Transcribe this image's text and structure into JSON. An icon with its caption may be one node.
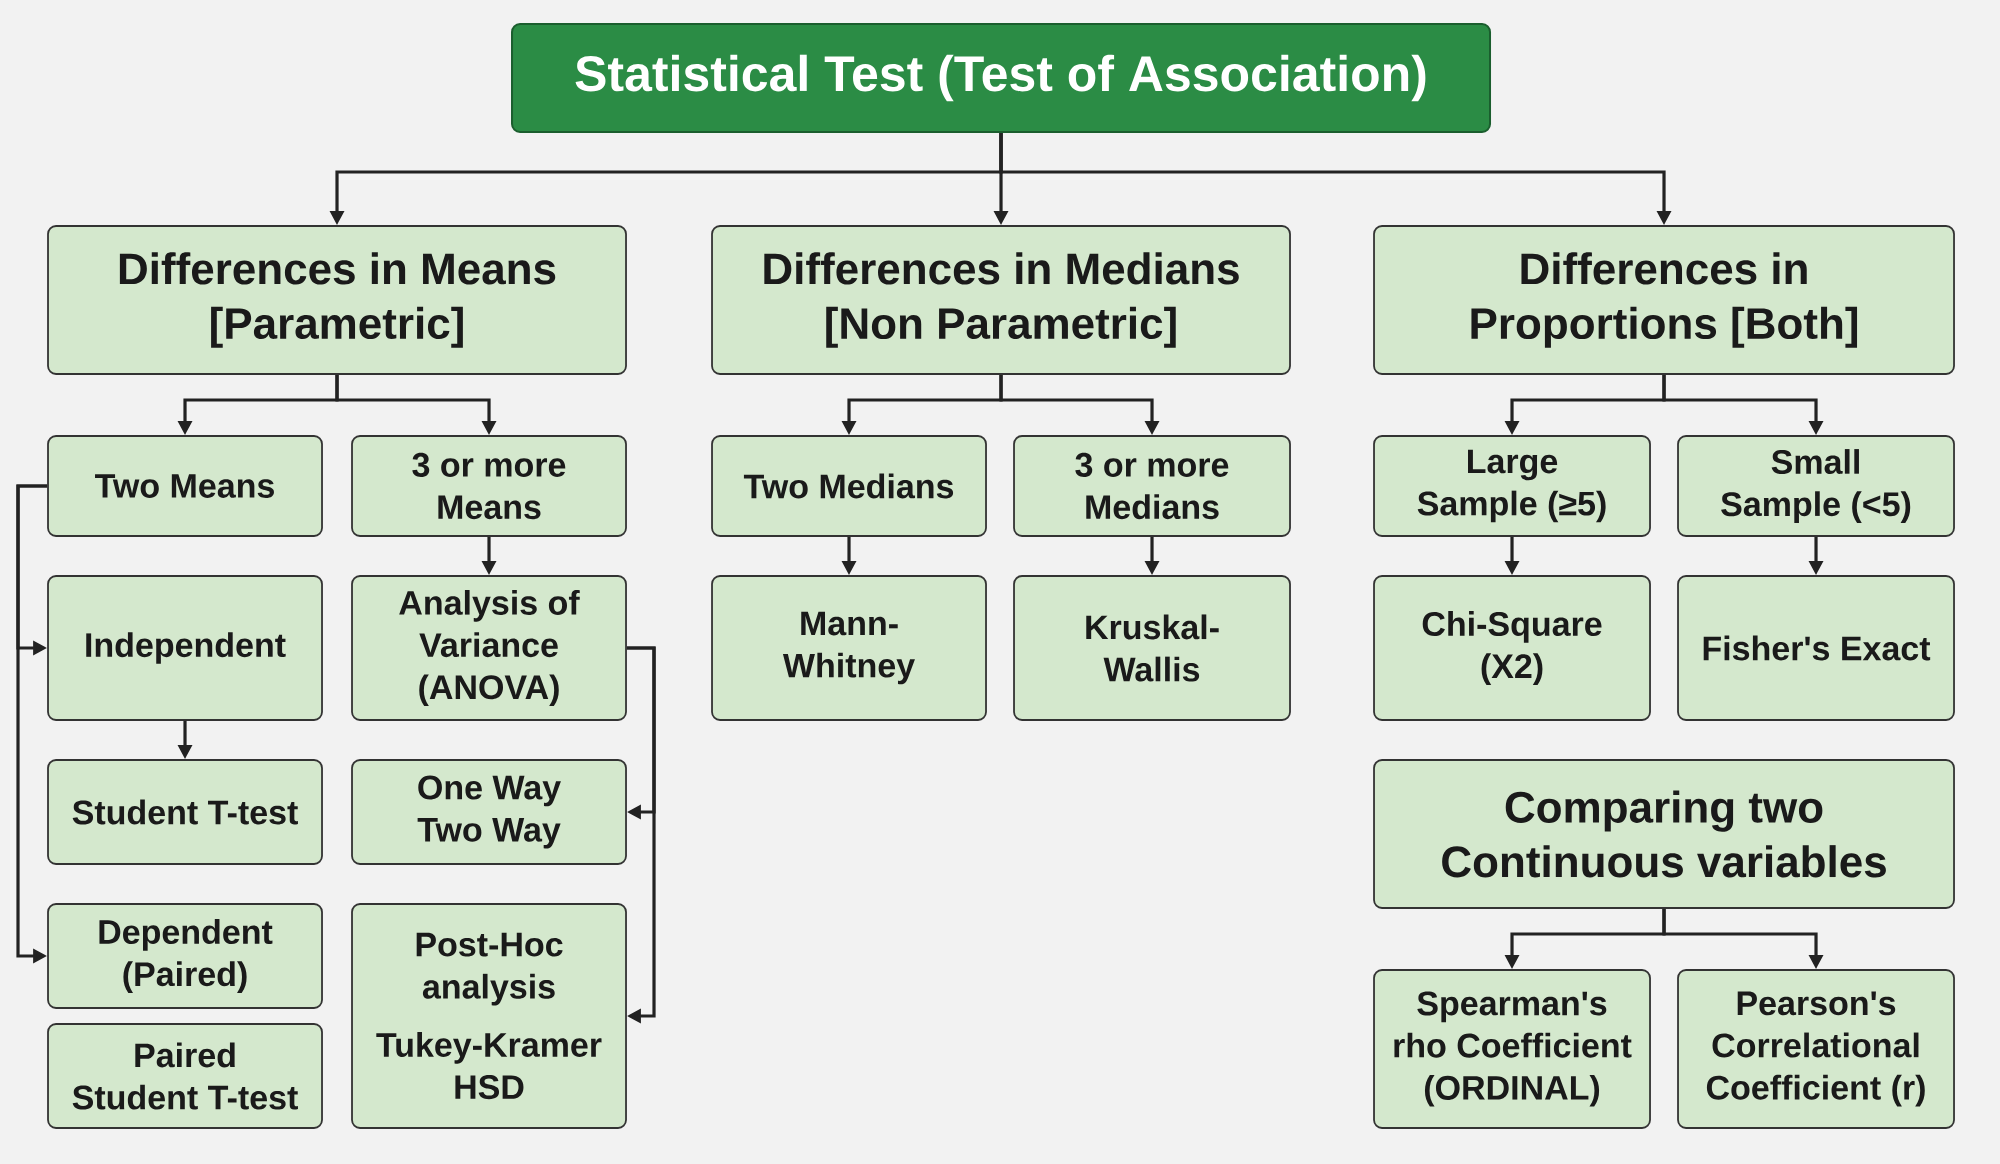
{
  "diagram": {
    "nodes": [
      {
        "text": [
          "Statistical Test (Test of Association)"
        ]
      },
      {
        "text": [
          "Differences in Means [Parametric]"
        ]
      },
      {
        "text": [
          "Differences in Medians [Non Parametric]"
        ]
      },
      {
        "text": [
          "Differences in Proportions [Both]"
        ]
      },
      {
        "text": [
          "Two Means"
        ]
      },
      {
        "text": [
          "3 or more Means"
        ]
      },
      {
        "text": [
          "Two Medians"
        ]
      },
      {
        "text": [
          "3 or more Medians"
        ]
      },
      {
        "text": [
          "Large Sample (≥5)"
        ]
      },
      {
        "text": [
          "Small Sample (<5)"
        ]
      },
      {
        "text": [
          "Independent"
        ]
      },
      {
        "text": [
          "Analysis of Variance (ANOVA)"
        ]
      },
      {
        "text": [
          "Mann-Whitney"
        ]
      },
      {
        "text": [
          "Kruskal-Wallis"
        ]
      },
      {
        "text": [
          "Chi-Square (X2)"
        ]
      },
      {
        "text": [
          "Fisher's Exact"
        ]
      },
      {
        "text": [
          "Student T-test"
        ]
      },
      {
        "text": [
          "One Way Two Way"
        ]
      },
      {
        "text": [
          "Comparing two Continuous variables"
        ]
      },
      {
        "text": [
          "Dependent (Paired)"
        ]
      },
      {
        "text": [
          "Post-Hoc analysis",
          "Tukey-Kramer HSD"
        ]
      },
      {
        "text": [
          "Paired Student T-test"
        ]
      },
      {
        "text": [
          "Spearman's rho Coefficient (ORDINAL)"
        ]
      },
      {
        "text": [
          "Pearson's Correlational Coefficient (r)"
        ]
      }
    ],
    "edges": [
      {
        "from": 0,
        "to": 1,
        "arrow": "to"
      },
      {
        "from": 0,
        "to": 2,
        "arrow": "to"
      },
      {
        "from": 0,
        "to": 3,
        "arrow": "to"
      },
      {
        "from": 1,
        "to": 4,
        "arrow": "to"
      },
      {
        "from": 1,
        "to": 5,
        "arrow": "to"
      },
      {
        "from": 2,
        "to": 6,
        "arrow": "to"
      },
      {
        "from": 2,
        "to": 7,
        "arrow": "to"
      },
      {
        "from": 3,
        "to": 8,
        "arrow": "to"
      },
      {
        "from": 3,
        "to": 9,
        "arrow": "to"
      },
      {
        "from": 4,
        "to": 10,
        "arrow": "to"
      },
      {
        "from": 4,
        "to": 19,
        "arrow": "to"
      },
      {
        "from": 5,
        "to": 11,
        "arrow": "to"
      },
      {
        "from": 6,
        "to": 12,
        "arrow": "to"
      },
      {
        "from": 7,
        "to": 13,
        "arrow": "to"
      },
      {
        "from": 8,
        "to": 14,
        "arrow": "to"
      },
      {
        "from": 9,
        "to": 15,
        "arrow": "to"
      },
      {
        "from": 10,
        "to": 16,
        "arrow": "to"
      },
      {
        "from": 11,
        "to": 17,
        "arrow": "to"
      },
      {
        "from": 11,
        "to": 20,
        "arrow": "to"
      },
      {
        "from": 18,
        "to": 22,
        "arrow": "to"
      },
      {
        "from": 18,
        "to": 23,
        "arrow": "to"
      }
    ]
  }
}
